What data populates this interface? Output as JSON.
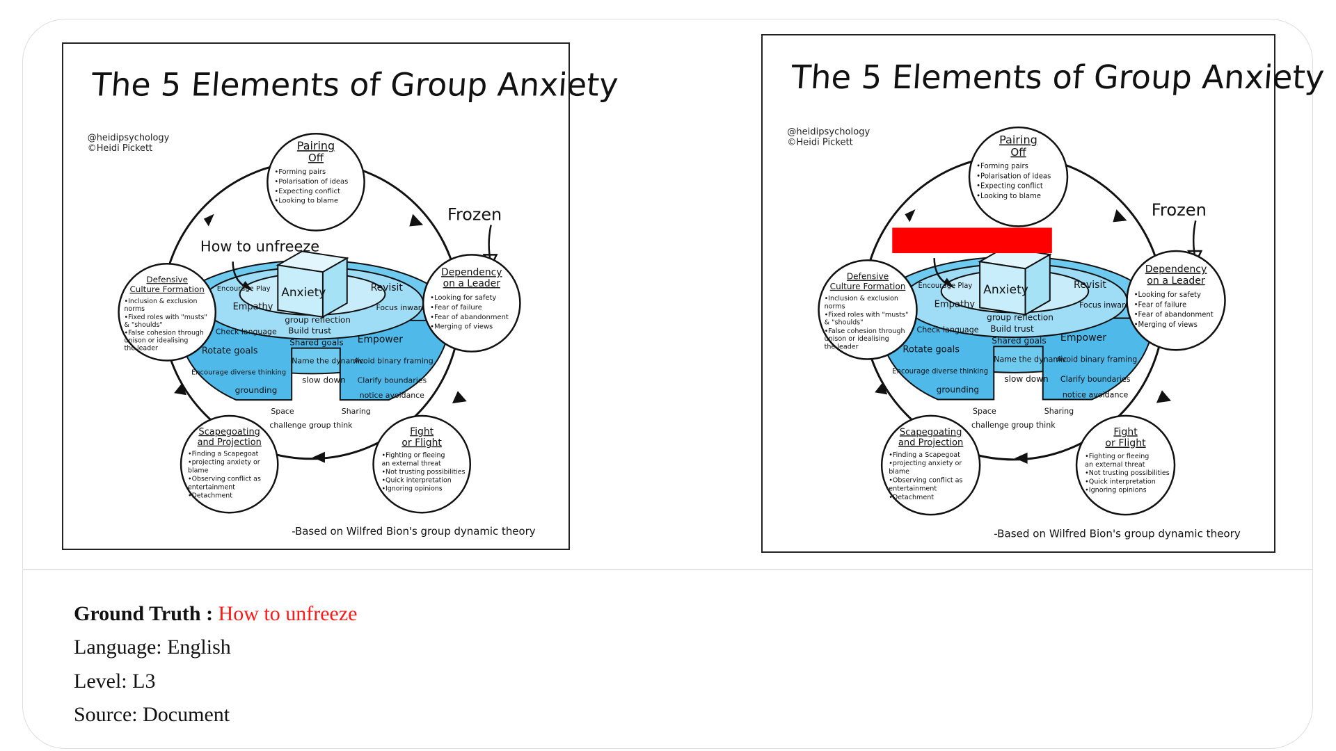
{
  "poster": {
    "title": "The 5 Elements of Group Anxiety",
    "credit_handle": "@heidipsychology",
    "credit_author": "©Heidi Pickett",
    "frozen_label": "Frozen",
    "unfreeze_label": "How to unfreeze",
    "block_label": "Anxiety",
    "footer": "-Based on Wilfred Bion's group dynamic theory",
    "elements": {
      "pairing": {
        "title": [
          "Pairing",
          "Off"
        ],
        "items": [
          "•Forming pairs",
          "•Polarisation of ideas",
          "•Expecting conflict",
          "•Looking to blame"
        ]
      },
      "dependency": {
        "title": [
          "Dependency",
          "on a Leader"
        ],
        "items": [
          "•Looking for safety",
          "•Fear of failure",
          "•Fear of abandonment",
          "•Merging of views"
        ]
      },
      "fight": {
        "title": [
          "Fight",
          "or Flight"
        ],
        "items": [
          "•Fighting or fleeing",
          "an external threat",
          "•Not trusting possibilities",
          "•Quick interpretation",
          "•Ignoring opinions"
        ]
      },
      "scapegoating": {
        "title": [
          "Scapegoating",
          "and Projection"
        ],
        "items": [
          "•Finding a Scapegoat",
          "•projecting anxiety or",
          "blame",
          "•Observing conflict as",
          "entertainment",
          "•Detachment"
        ]
      },
      "defensive": {
        "title": [
          "Defensive",
          "Culture Formation"
        ],
        "items": [
          "•Inclusion & exclusion",
          "norms",
          "•Fixed roles with \"musts\"",
          "& \"shoulds\"",
          "•False cohesion through",
          "unison or idealising",
          "the leader"
        ]
      }
    },
    "pool_words": {
      "encourage_play": "Encourage Play",
      "revisit": "Revisit",
      "empathy": "Empathy",
      "focus_inward": "Focus inward",
      "group_reflection": "group reflection",
      "build_trust": "Build trust",
      "check_language": "Check language",
      "shared_goals": "Shared goals",
      "empower": "Empower",
      "rotate_goals": "Rotate goals",
      "name_the_dynamic": "Name the dynamic",
      "avoid_binary_framing": "Avoid binary framing",
      "encourage_diverse_thinking": "Encourage diverse thinking",
      "slow_down": "slow down",
      "clarify_boundaries": "Clarify boundaries",
      "grounding": "grounding",
      "notice_avoidance": "notice avoidance",
      "space": "Space",
      "sharing": "Sharing",
      "challenge_group_think": "challenge group think"
    }
  },
  "info": {
    "ground_truth_label": "Ground Truth :",
    "ground_truth_value": "How to unfreeze",
    "language_line": "Language: English",
    "level_line": "Level: L3",
    "source_line": "Source: Document"
  },
  "colors": {
    "redaction": "#ff0000",
    "ground_truth_value": "#ff1a1a",
    "pool_blue": "#5bc6ef",
    "pool_light": "#bfe8f8"
  }
}
